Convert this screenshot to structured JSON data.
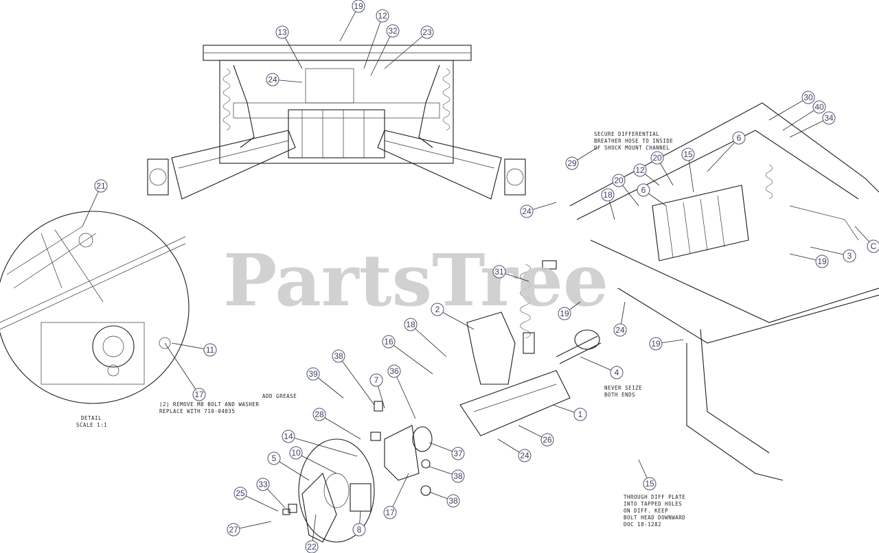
{
  "watermark": "PartsTree",
  "callouts": [
    {
      "id": "c19a",
      "label": "19"
    },
    {
      "id": "c12a",
      "label": "12"
    },
    {
      "id": "c13",
      "label": "13"
    },
    {
      "id": "c32",
      "label": "32"
    },
    {
      "id": "c23",
      "label": "23"
    },
    {
      "id": "c24a",
      "label": "24"
    },
    {
      "id": "c21",
      "label": "21"
    },
    {
      "id": "c11",
      "label": "11"
    },
    {
      "id": "c17a",
      "label": "17"
    },
    {
      "id": "c30",
      "label": "30"
    },
    {
      "id": "c40",
      "label": "40"
    },
    {
      "id": "c34",
      "label": "34"
    },
    {
      "id": "c6a",
      "label": "6"
    },
    {
      "id": "c15a",
      "label": "15"
    },
    {
      "id": "c20a",
      "label": "20"
    },
    {
      "id": "c29a",
      "label": "29"
    },
    {
      "id": "c12b",
      "label": "12"
    },
    {
      "id": "c20b",
      "label": "20"
    },
    {
      "id": "c18a",
      "label": "18"
    },
    {
      "id": "c6b",
      "label": "6"
    },
    {
      "id": "c24b",
      "label": "24"
    },
    {
      "id": "cC",
      "label": "C"
    },
    {
      "id": "c3",
      "label": "3"
    },
    {
      "id": "c19b",
      "label": "19"
    },
    {
      "id": "c31",
      "label": "31"
    },
    {
      "id": "c2",
      "label": "2"
    },
    {
      "id": "c19c",
      "label": "19"
    },
    {
      "id": "c24c",
      "label": "24"
    },
    {
      "id": "c19d",
      "label": "19"
    },
    {
      "id": "c18b",
      "label": "18"
    },
    {
      "id": "c16",
      "label": "16"
    },
    {
      "id": "c38a",
      "label": "38"
    },
    {
      "id": "c4",
      "label": "4"
    },
    {
      "id": "c39",
      "label": "39"
    },
    {
      "id": "c7",
      "label": "7"
    },
    {
      "id": "c36",
      "label": "36"
    },
    {
      "id": "c1",
      "label": "1"
    },
    {
      "id": "c28",
      "label": "28"
    },
    {
      "id": "c26",
      "label": "26"
    },
    {
      "id": "c14",
      "label": "14"
    },
    {
      "id": "c10",
      "label": "10"
    },
    {
      "id": "c5",
      "label": "5"
    },
    {
      "id": "c24d",
      "label": "24"
    },
    {
      "id": "c37",
      "label": "37"
    },
    {
      "id": "c38b",
      "label": "38"
    },
    {
      "id": "c33",
      "label": "33"
    },
    {
      "id": "c25",
      "label": "25"
    },
    {
      "id": "c38c",
      "label": "38"
    },
    {
      "id": "c17b",
      "label": "17"
    },
    {
      "id": "c8",
      "label": "8"
    },
    {
      "id": "c27",
      "label": "27"
    },
    {
      "id": "c22",
      "label": "22"
    },
    {
      "id": "c15b",
      "label": "15"
    }
  ],
  "notes": {
    "differential": [
      "SECURE DIFFERENTIAL",
      "BREATHER HOSE TO INSIDE",
      "OF SHOCK MOUNT CHANNEL"
    ],
    "never_seize": [
      "NEVER SEIZE",
      "BOTH ENDS"
    ],
    "add_grease": [
      "ADD GREASE"
    ],
    "detail": [
      "DETAIL",
      "SCALE 1:1"
    ],
    "remove_bolt": [
      "(2) REMOVE M8 BOLT AND WASHER",
      "REPLACE WITH 710-04035"
    ],
    "through_diff": [
      "THROUGH DIFF PLATE",
      "INTO TAPPED HOLES",
      "ON DIFF. KEEP",
      "BOLT HEAD DOWNWARD",
      "DOC 18-1282"
    ]
  }
}
